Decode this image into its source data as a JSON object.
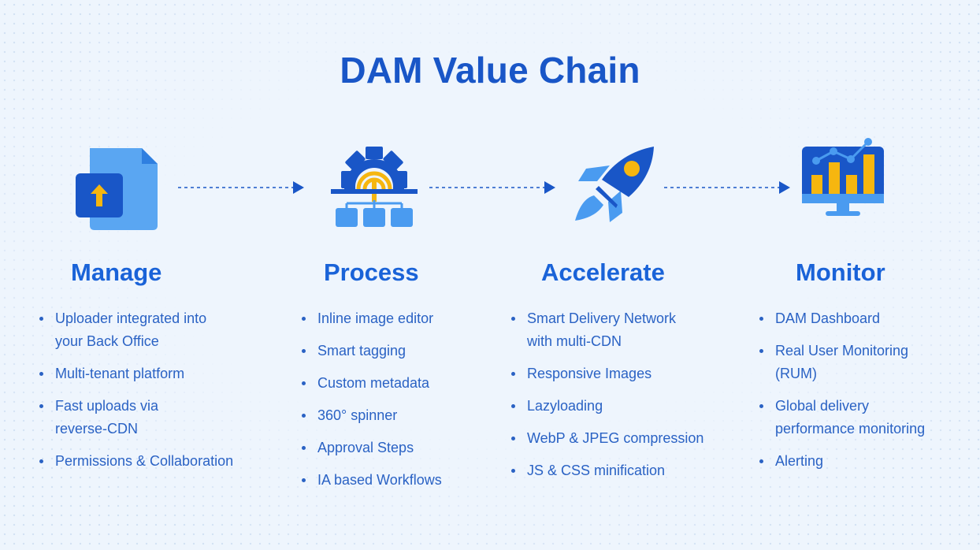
{
  "title": "DAM Value Chain",
  "colors": {
    "primary": "#1956c7",
    "light_blue": "#4a9bf0",
    "accent_yellow": "#f6b60f",
    "background": "#eef5fd"
  },
  "stages": [
    {
      "name": "Manage",
      "icon": "upload-file-icon",
      "items": [
        "Uploader integrated into\nyour Back Office",
        "Multi-tenant platform",
        "Fast uploads via\nreverse-CDN",
        "Permissions & Collaboration"
      ]
    },
    {
      "name": "Process",
      "icon": "gear-workflow-icon",
      "items": [
        "Inline image editor",
        "Smart tagging",
        "Custom metadata",
        "360° spinner",
        "Approval Steps",
        "IA based Workflows"
      ]
    },
    {
      "name": "Accelerate",
      "icon": "rocket-icon",
      "items": [
        "Smart Delivery Network\nwith multi-CDN",
        "Responsive Images",
        "Lazyloading",
        "WebP & JPEG compression",
        "JS & CSS minification"
      ]
    },
    {
      "name": "Monitor",
      "icon": "monitor-chart-icon",
      "items": [
        "DAM Dashboard",
        "Real User Monitoring\n(RUM)",
        "Global delivery\nperformance monitoring",
        "Alerting"
      ]
    }
  ]
}
